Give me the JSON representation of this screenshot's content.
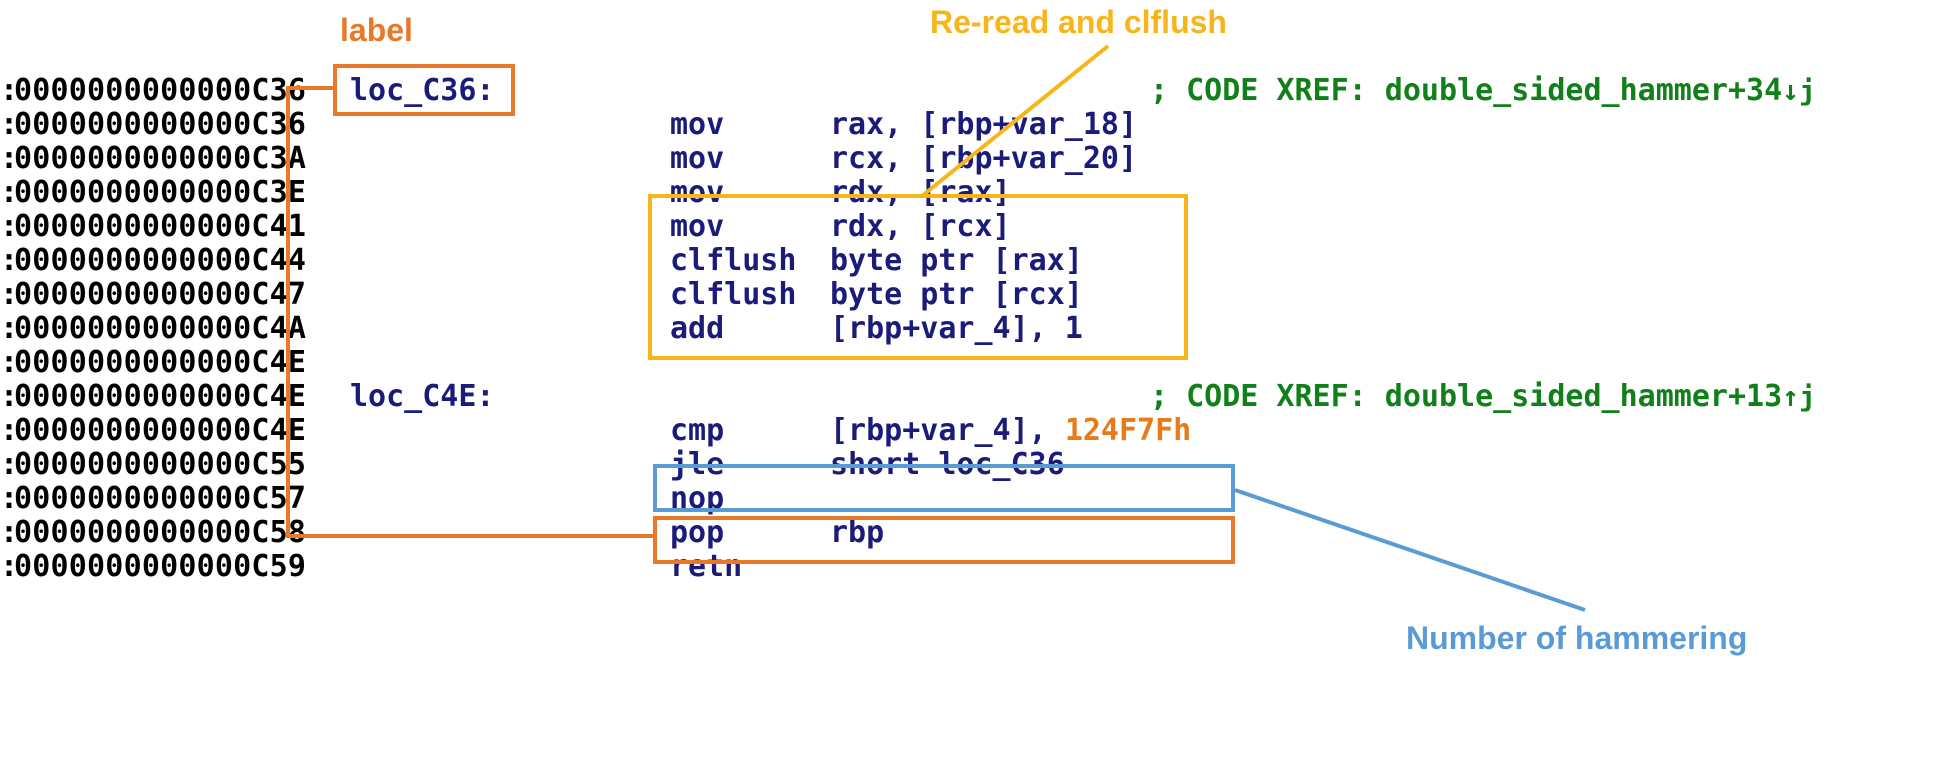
{
  "colors": {
    "address": "#000000",
    "instruction": "#1b1b7a",
    "comment": "#11801a",
    "immediate": "#e87a1a",
    "annotation_orange": "#e8782a",
    "annotation_yellow": "#f7b519",
    "annotation_blue": "#5b9bd5"
  },
  "annotations": {
    "label": "label",
    "reread": "Re-read and clflush",
    "hammering": "Number of hammering"
  },
  "lines": [
    {
      "gutter": ":",
      "addr": "0000000000000C36",
      "label": "loc_C36:",
      "mnemonic": "",
      "operand": "",
      "comment": "; CODE XREF: double_sided_hammer+34",
      "xref_arrow": "↓j"
    },
    {
      "gutter": ":",
      "addr": "0000000000000C36",
      "label": "",
      "mnemonic": "mov",
      "operand": "rax, [rbp+var_18]"
    },
    {
      "gutter": ":",
      "addr": "0000000000000C3A",
      "label": "",
      "mnemonic": "mov",
      "operand": "rcx, [rbp+var_20]"
    },
    {
      "gutter": ":",
      "addr": "0000000000000C3E",
      "label": "",
      "mnemonic": "mov",
      "operand": "rdx, [rax]"
    },
    {
      "gutter": ":",
      "addr": "0000000000000C41",
      "label": "",
      "mnemonic": "mov",
      "operand": "rdx, [rcx]"
    },
    {
      "gutter": ":",
      "addr": "0000000000000C44",
      "label": "",
      "mnemonic": "clflush",
      "operand": "byte ptr [rax]"
    },
    {
      "gutter": ":",
      "addr": "0000000000000C47",
      "label": "",
      "mnemonic": "clflush",
      "operand": "byte ptr [rcx]"
    },
    {
      "gutter": ":",
      "addr": "0000000000000C4A",
      "label": "",
      "mnemonic": "add",
      "operand": "[rbp+var_4], 1"
    },
    {
      "gutter": ":",
      "addr": "0000000000000C4E",
      "label": "",
      "mnemonic": "",
      "operand": ""
    },
    {
      "gutter": ":",
      "addr": "0000000000000C4E",
      "label": "loc_C4E:",
      "mnemonic": "",
      "operand": "",
      "comment": "; CODE XREF: double_sided_hammer+13",
      "xref_arrow": "↑j"
    },
    {
      "gutter": ":",
      "addr": "0000000000000C4E",
      "label": "",
      "mnemonic": "cmp",
      "operand": "[rbp+var_4], ",
      "immediate": "124F7Fh"
    },
    {
      "gutter": ":",
      "addr": "0000000000000C55",
      "label": "",
      "mnemonic": "jle",
      "operand": "short loc_C36"
    },
    {
      "gutter": ":",
      "addr": "0000000000000C57",
      "label": "",
      "mnemonic": "nop",
      "operand": ""
    },
    {
      "gutter": ":",
      "addr": "0000000000000C58",
      "label": "",
      "mnemonic": "pop",
      "operand": "rbp"
    },
    {
      "gutter": ":",
      "addr": "0000000000000C59",
      "label": "",
      "mnemonic": "retn",
      "operand": ""
    }
  ]
}
